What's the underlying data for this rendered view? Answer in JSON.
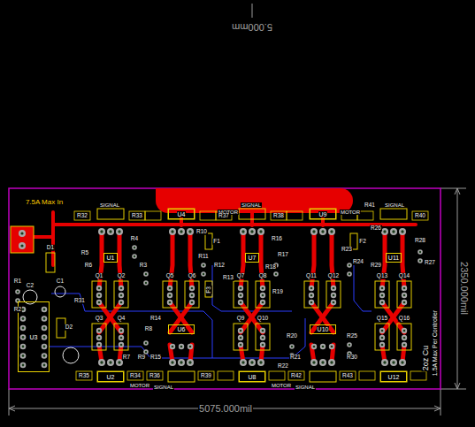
{
  "diagram": {
    "nodes": [
      {
        "text": [
          "U4"
        ]
      },
      {
        "text": [
          "U9"
        ]
      },
      {
        "text": [
          "U1"
        ]
      },
      {
        "text": [
          "U7"
        ]
      },
      {
        "text": [
          "U11"
        ]
      },
      {
        "text": [
          "U3"
        ]
      },
      {
        "text": [
          "U6"
        ]
      },
      {
        "text": [
          "U10"
        ]
      },
      {
        "text": [
          "U2"
        ]
      },
      {
        "text": [
          "U8"
        ]
      },
      {
        "text": [
          "U12"
        ]
      }
    ],
    "labels": [
      "5.000mm",
      "2350.000mil",
      "5075.000mil",
      "7.5A Max In",
      "SIGNAL",
      "MOTOR",
      "SIGNAL",
      "MOTOR",
      "SIGNAL",
      "MOTOR",
      "SIGNAL",
      "MOTOR",
      "SIGNAL",
      "2oz Cu",
      "1.5A Max Per Controller",
      "R32",
      "R33",
      "R37",
      "R38",
      "R41",
      "R40",
      "R35",
      "R34",
      "R36",
      "R39",
      "R42",
      "R43",
      "Q1",
      "Q2",
      "Q3",
      "Q4",
      "Q5",
      "Q6",
      "Q7",
      "Q8",
      "Q9",
      "Q10",
      "Q11",
      "Q12",
      "Q13",
      "Q14",
      "Q15",
      "Q16",
      "R1",
      "R2",
      "R3",
      "R4",
      "R5",
      "R6",
      "R7",
      "R8",
      "R9",
      "R10",
      "R11",
      "R12",
      "R13",
      "R14",
      "R15",
      "R16",
      "R17",
      "R18",
      "R19",
      "R20",
      "R21",
      "R22",
      "R23",
      "R24",
      "R25",
      "R26",
      "R27",
      "R28",
      "R29",
      "R30",
      "R31",
      "C1",
      "C2",
      "D1",
      "D2",
      "F1",
      "F2",
      "F3"
    ]
  }
}
